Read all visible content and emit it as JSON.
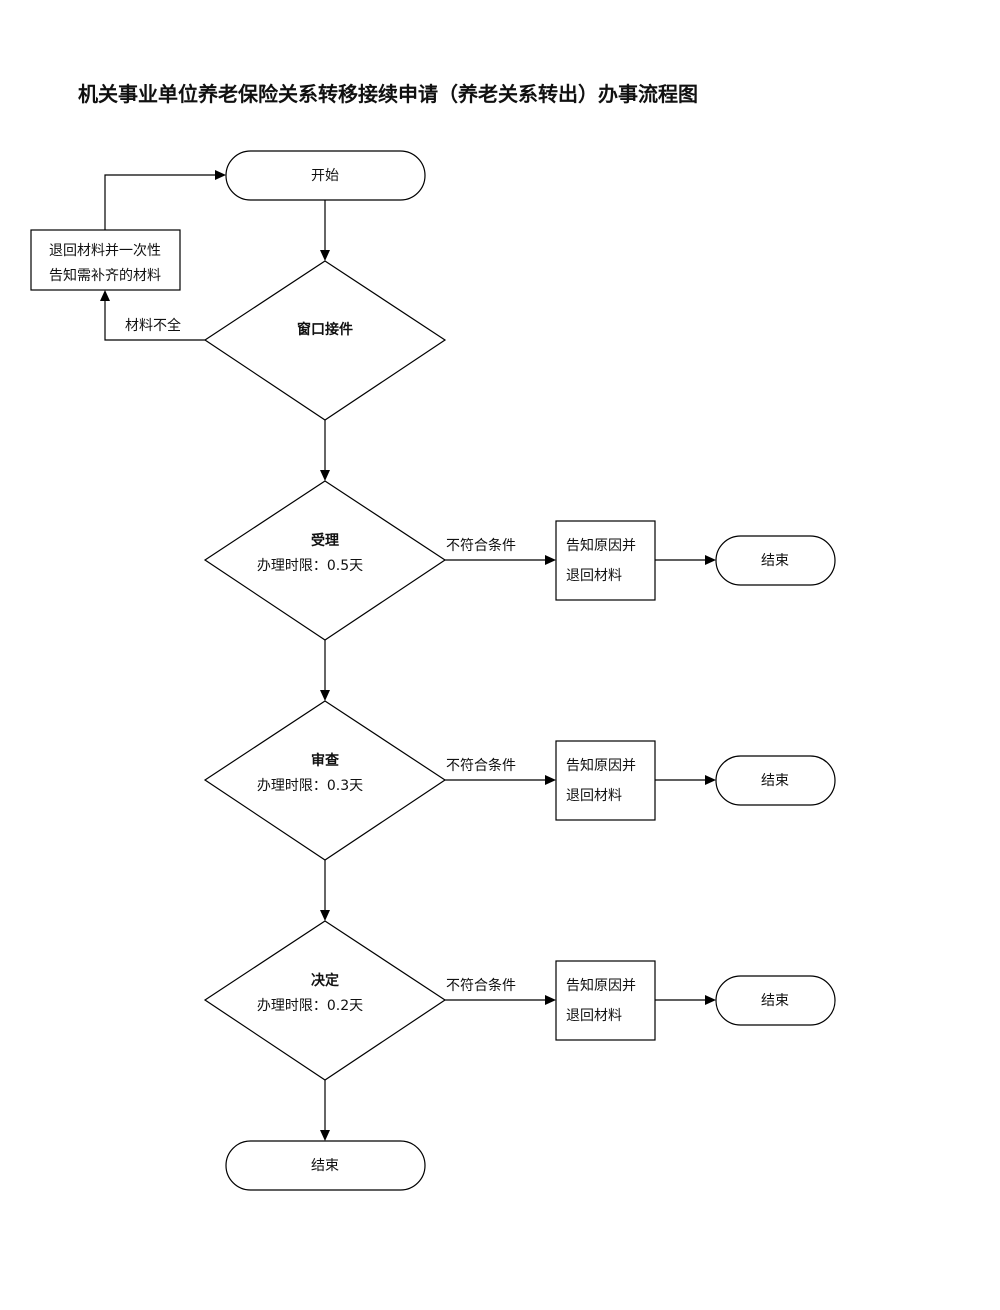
{
  "title": "机关事业单位养老保险关系转移接续申请（养老关系转出）办事流程图",
  "start": "开始",
  "return_box": {
    "line1": "退回材料并一次性",
    "line2": "告知需补齐的材料"
  },
  "window": {
    "label": "窗口接件",
    "incomplete_label": "材料不全"
  },
  "steps": [
    {
      "label": "受理",
      "limit": "办理时限：0.5天"
    },
    {
      "label": "审查",
      "limit": "办理时限：0.3天"
    },
    {
      "label": "决定",
      "limit": "办理时限：0.2天"
    }
  ],
  "reject_label": "不符合条件",
  "reject_box": {
    "line1": "告知原因并",
    "line2": "退回材料"
  },
  "end": "结束"
}
